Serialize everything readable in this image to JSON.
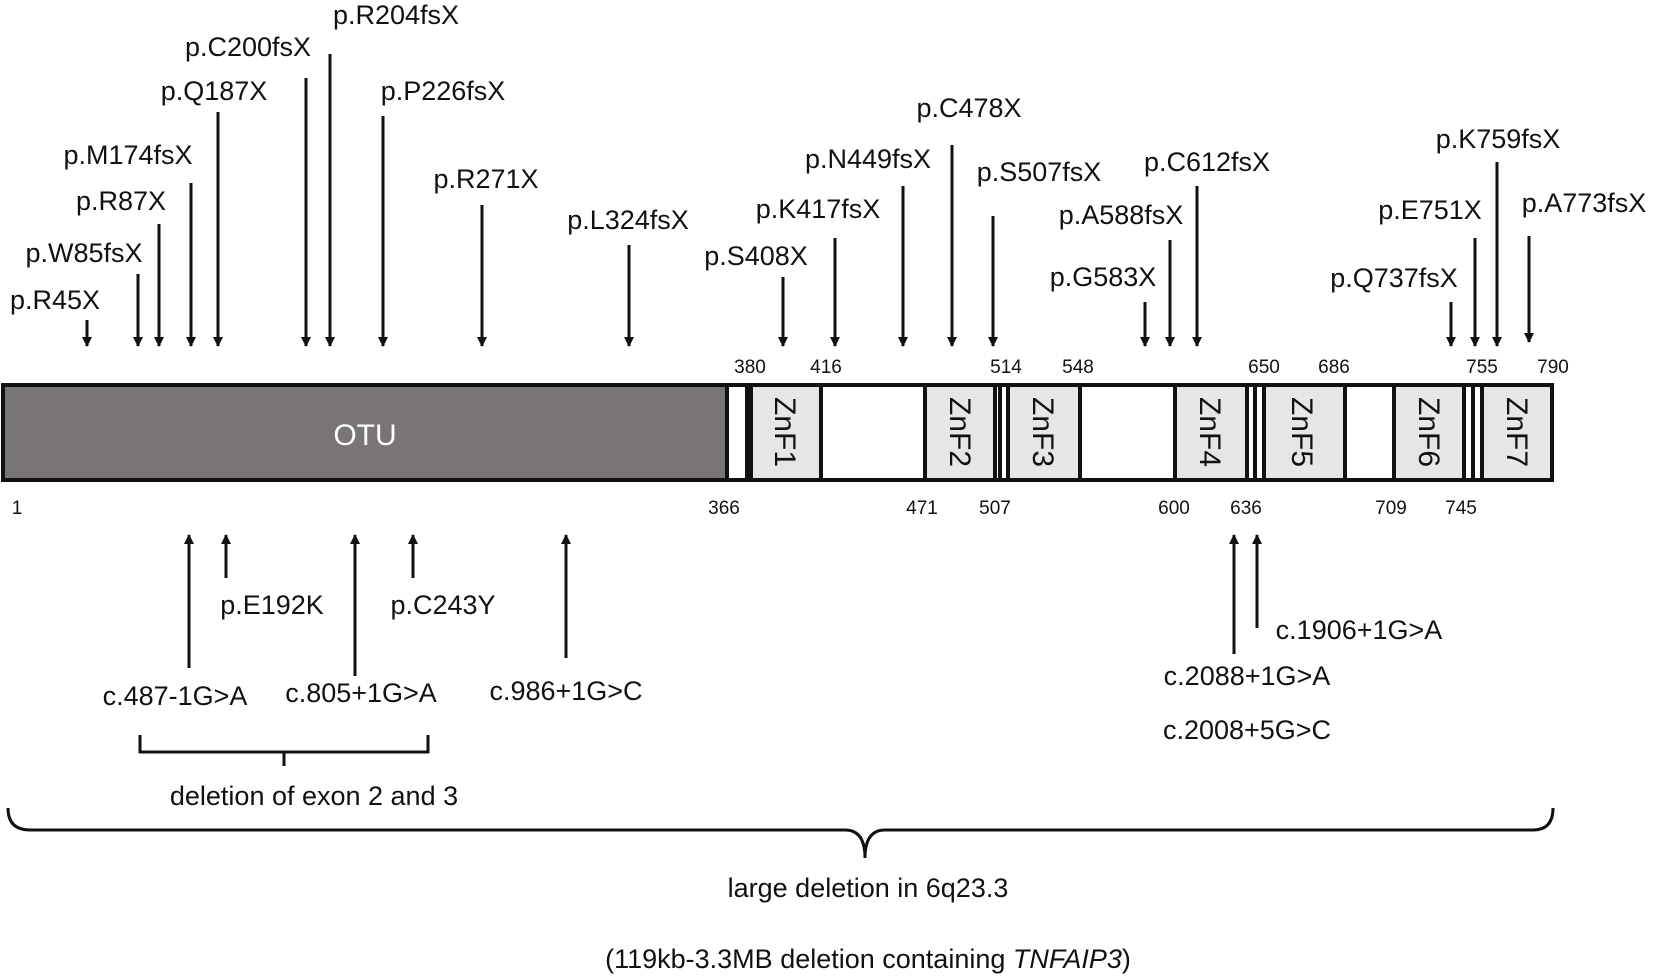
{
  "protein": {
    "domain_label": "OTU",
    "zinc_fingers": [
      "ZnF1",
      "ZnF2",
      "ZnF3",
      "ZnF4",
      "ZnF5",
      "ZnF6",
      "ZnF7"
    ],
    "positions_top": [
      "380",
      "416",
      "514",
      "548",
      "650",
      "686",
      "755",
      "790"
    ],
    "positions_bottom": [
      "1",
      "366",
      "471",
      "507",
      "600",
      "636",
      "709",
      "745"
    ]
  },
  "mutations_top": [
    "p.R45X",
    "p.W85fsX",
    "p.R87X",
    "p.M174fsX",
    "p.Q187X",
    "p.C200fsX",
    "p.R204fsX",
    "p.P226fsX",
    "p.R271X",
    "p.L324fsX",
    "p.S408X",
    "p.K417fsX",
    "p.N449fsX",
    "p.C478X",
    "p.S507fsX",
    "p.G583X",
    "p.A588fsX",
    "p.C612fsX",
    "p.Q737fsX",
    "p.E751X",
    "p.K759fsX",
    "p.A773fsX"
  ],
  "mutations_bottom": [
    "p.E192K",
    "p.C243Y",
    "c.487-1G>A",
    "c.805+1G>A",
    "c.986+1G>C",
    "c.1906+1G>A",
    "c.2088+1G>A",
    "c.2008+5G>C"
  ],
  "deletions": {
    "exon_label": "deletion of exon 2 and 3",
    "large_label": "large deletion in 6q23.3",
    "note_prefix": "(119kb-3.3MB deletion containing ",
    "note_gene": "TNFAIP3",
    "note_suffix": ")"
  },
  "colors": {
    "otu_fill": "#797574",
    "znf_fill": "#e6e6e6",
    "line": "#111111"
  }
}
